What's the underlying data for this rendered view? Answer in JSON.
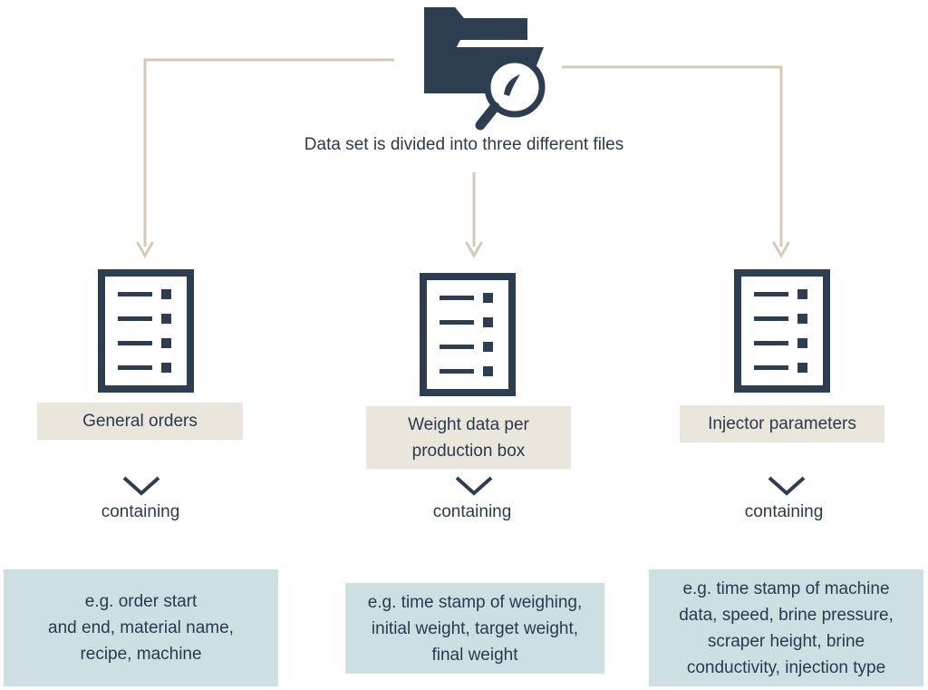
{
  "header": {
    "text": "Data set is divided into three different files",
    "icon": "folder-search-icon"
  },
  "colors": {
    "navy": "#2c3e50",
    "connector": "#d5cab6",
    "title_fill": "#ebe6dc",
    "detail_fill": "#cedfe3",
    "text": "#2a3a4d"
  },
  "files": [
    {
      "icon": "document-list-icon",
      "title_lines": [
        "General orders"
      ],
      "containing": "containing",
      "detail_lines": [
        "e.g. order start",
        "and end, material name,",
        "recipe, machine"
      ]
    },
    {
      "icon": "document-list-icon",
      "title_lines": [
        "Weight data per",
        "production box"
      ],
      "containing": "containing",
      "detail_lines": [
        "e.g. time stamp of weighing,",
        "initial weight, target weight,",
        "final weight"
      ]
    },
    {
      "icon": "document-list-icon",
      "title_lines": [
        "Injector parameters"
      ],
      "containing": "containing",
      "detail_lines": [
        "e.g. time stamp of machine",
        "data, speed, brine pressure,",
        "scraper height, brine",
        "conductivity, injection type"
      ]
    }
  ]
}
